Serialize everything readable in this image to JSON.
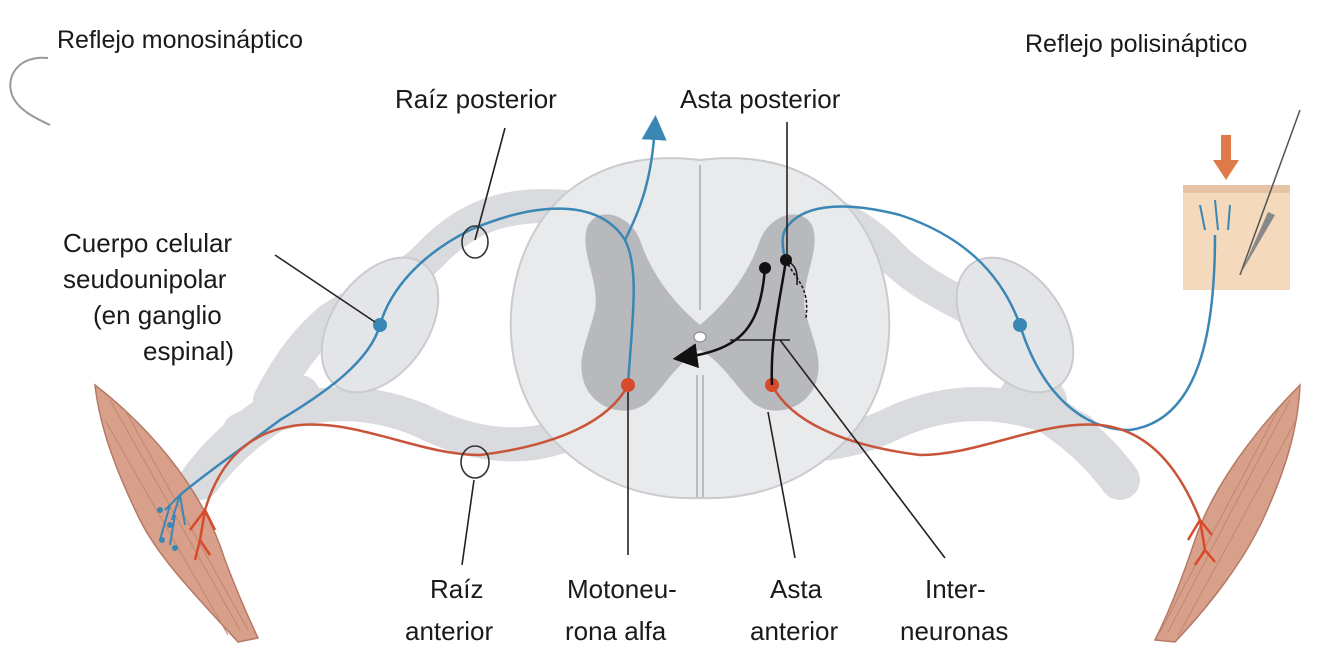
{
  "titles": {
    "left": "Reflejo monosináptico",
    "right": "Reflejo polisináptico"
  },
  "labels": {
    "raiz_posterior": "Raíz posterior",
    "asta_posterior": "Asta posterior",
    "cuerpo_celular": [
      "Cuerpo celular",
      "seudounipolar",
      "(en ganglio",
      "espinal)"
    ],
    "raiz_anterior": [
      "Raíz",
      "anterior"
    ],
    "motoneurona": [
      "Motoneu-",
      "rona alfa"
    ],
    "asta_anterior": [
      "Asta",
      "anterior"
    ],
    "interneuronas": [
      "Inter-",
      "neuronas"
    ]
  },
  "colors": {
    "sensory": "#3a87b5",
    "motor": "#c8553a",
    "motor_dot": "#d94a2b",
    "grey_matter": "#b7b9bd",
    "white_matter": "#e9eaec",
    "muscle": "#d8a08a",
    "skin": "#f4d9bd",
    "arrow": "#e07a4a"
  }
}
